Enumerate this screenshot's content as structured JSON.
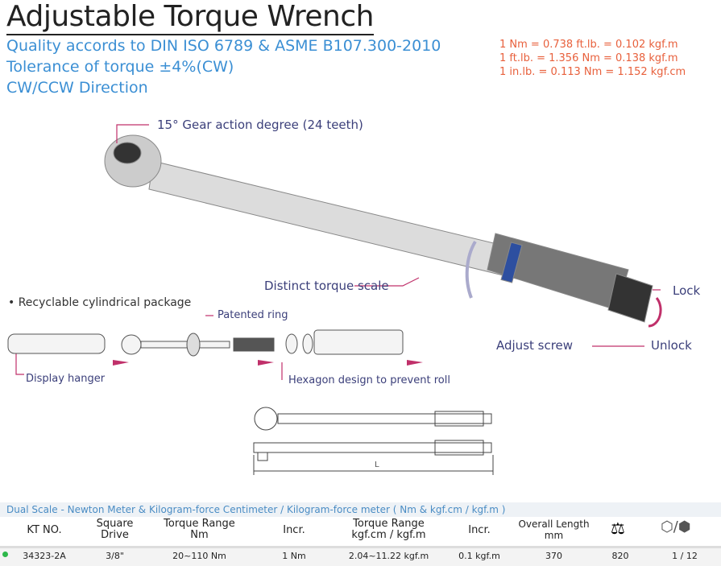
{
  "title": "Adjustable Torque Wrench",
  "specs": [
    "Quality accords to DIN ISO 6789 & ASME B107.300-2010",
    "Tolerance of torque ±4%(CW)",
    "CW/CCW Direction"
  ],
  "conversions": [
    "1 Nm = 0.738 ft.lb. = 0.102 kgf.m",
    "1 ft.lb. = 1.356 Nm = 0.138 kgf.m",
    "1 in.lb. = 0.113 Nm = 1.152 kgf.cm"
  ],
  "callouts": {
    "gear": "15° Gear action degree (24 teeth)",
    "scale": "Distinct torque scale",
    "lock": "Lock",
    "unlock": "Unlock",
    "adjust": "Adjust screw"
  },
  "package": {
    "heading": "• Recyclable cylindrical package",
    "ring": "Patented ring",
    "hanger": "Display hanger",
    "hexagon": "Hexagon design to prevent roll"
  },
  "dimension_label": "L",
  "table": {
    "caption": "Dual Scale - Newton Meter & Kilogram-force Centimeter / Kilogram-force meter ( Nm & kgf.cm / kgf.m )",
    "headers": [
      "KT NO.",
      "Square Drive",
      "Torque Range Nm",
      "Incr.",
      "Torque Range kgf.cm / kgf.m",
      "Incr.",
      "Overall Length mm",
      "weight-icon",
      "carton-icon"
    ],
    "row": [
      "34323-2A",
      "3/8\"",
      "20~110 Nm",
      "1 Nm",
      "2.04~11.22 kgf.m",
      "0.1 kgf.m",
      "370",
      "820",
      "1 / 12"
    ],
    "status_color": "#2db84a"
  }
}
